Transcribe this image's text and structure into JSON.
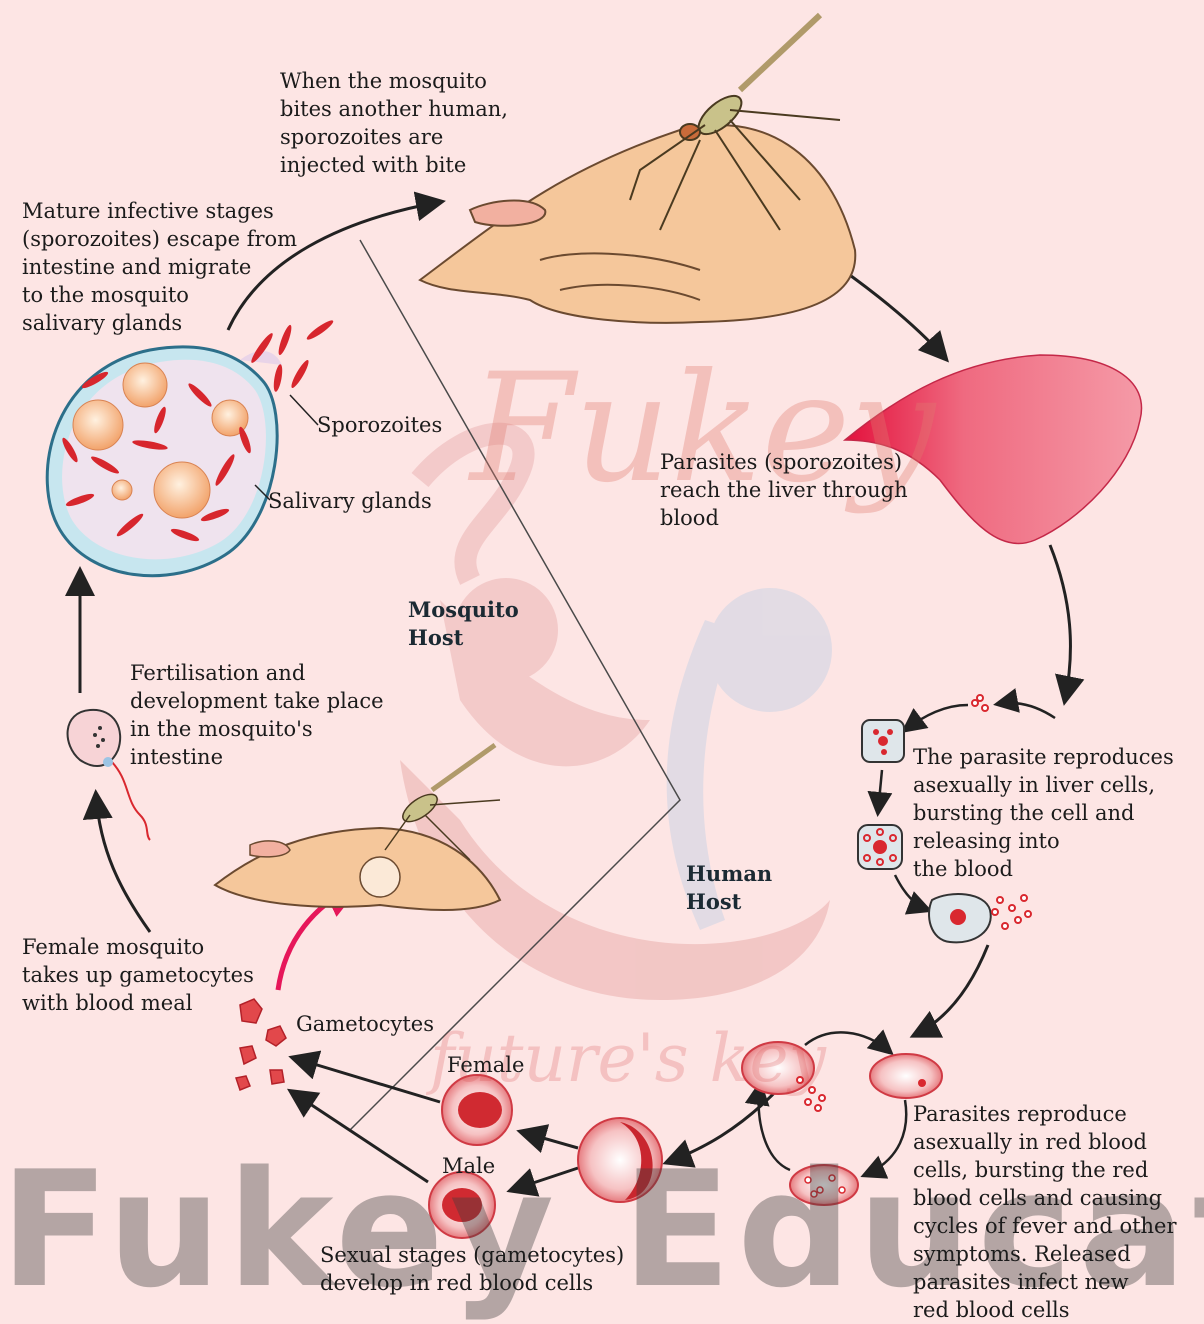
{
  "labels": {
    "mosquito_bites": "When the mosquito\nbites another human,\nsporozoites are\ninjected with bite",
    "mature_stages": "Mature infective stages\n(sporozoites) escape from\nintestine and migrate\nto the mosquito\nsalivary glands",
    "sporozoites": "Sporozoites",
    "salivary_glands": "Salivary glands",
    "reach_liver": "Parasites (sporozoites)\nreach the liver through\nblood",
    "fertilisation": "Fertilisation and\ndevelopment take place\nin the mosquito's\nintestine",
    "liver_reproduce": "The parasite reproduces\nasexually in liver cells,\nbursting the cell and\nreleasing into\nthe blood",
    "female_mosquito": "Female mosquito\ntakes up gametocytes\nwith blood meal",
    "gametocytes": "Gametocytes",
    "female": "Female",
    "male": "Male",
    "sexual_stages": "Sexual stages (gametocytes)\ndevelop in red blood cells",
    "rbc_reproduce": "Parasites reproduce\nasexually in red blood\ncells, bursting the red\nblood cells and causing\ncycles of fever and other\nsymptoms. Released\nparasites infect new\nred blood cells"
  },
  "hosts": {
    "mosquito": "Mosquito\nHost",
    "human": "Human\nHost"
  },
  "watermark": {
    "script_text": "Fukey",
    "tagline": "future's key",
    "bottom_text": "Fukey Educatio"
  },
  "colors": {
    "background": "#fde5e4",
    "cell_red": "#d9282f",
    "liver": "#ec5f79",
    "arrow": "#222222",
    "highlight_arrow": "#e6175a"
  }
}
